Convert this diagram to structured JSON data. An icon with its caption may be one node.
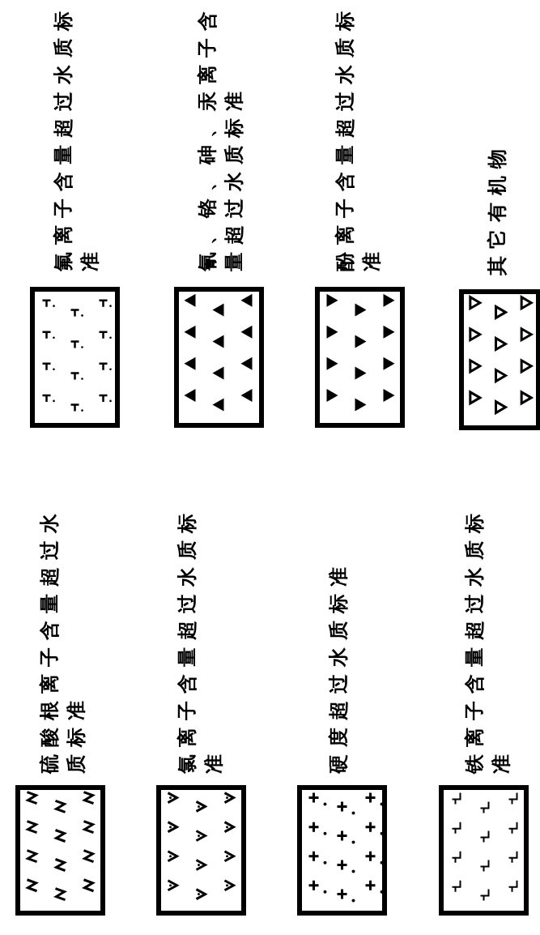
{
  "diagram": {
    "legend": [
      {
        "text": "氟离子含量超过水质标准"
      },
      {
        "text": "氰、铬、砷、汞离子含量超过水质标准"
      },
      {
        "text": "酚离子含量超过水质标准"
      },
      {
        "text": "其它有机物"
      },
      {
        "text": "硫酸根离子含量超过水质标准"
      },
      {
        "text": "氯离子含量超过水质标准"
      },
      {
        "text": "硬度超过水质标准"
      },
      {
        "text": "铁离子含量超过水质标准"
      }
    ]
  }
}
